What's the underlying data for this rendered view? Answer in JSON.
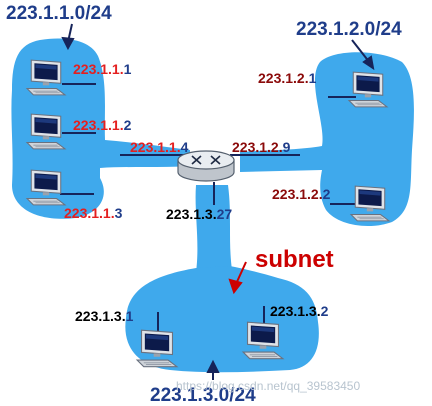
{
  "colors": {
    "blob": "#3fa9ec",
    "red": "#e41f1f",
    "dark_red": "#8b0a0a",
    "blue_text": "#1f3d8a",
    "black": "#000000"
  },
  "subnet_labels": {
    "s1": "223.1.1.0/24",
    "s2": "223.1.2.0/24",
    "s3": "223.1.3.0/24"
  },
  "addresses": {
    "a111": {
      "prefix": "223.1.1.",
      "host": "1"
    },
    "a112": {
      "prefix": "223.1.1.",
      "host": "2"
    },
    "a113": {
      "prefix": "223.1.1.",
      "host": "3"
    },
    "a114": {
      "prefix": "223.1.1.",
      "host": "4"
    },
    "a121": {
      "prefix": "223.1.2.",
      "host": "1"
    },
    "a122": {
      "prefix": "223.1.2.",
      "host": "2"
    },
    "a129": {
      "prefix": "223.1.2.",
      "host": "9"
    },
    "a131": {
      "prefix": "223.1.3.",
      "host": "1"
    },
    "a132": {
      "prefix": "223.1.3.",
      "host": "2"
    },
    "a1327": {
      "prefix": "223.1.3.",
      "host": "27"
    }
  },
  "subnet_word": "subnet",
  "icons": {
    "router": "router-icon",
    "host": "computer-icon"
  },
  "watermark": "https://blog.csdn.net/qq_39583450"
}
